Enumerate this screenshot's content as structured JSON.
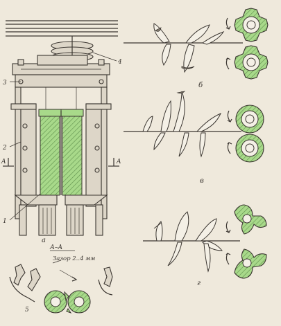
{
  "figure": {
    "labels": {
      "n1": "1",
      "n2": "2",
      "n3": "3",
      "n4": "4",
      "n5": "5",
      "sectionMarkA1": "A",
      "sectionMarkA2": "A",
      "mainView": "а",
      "panelB": "б",
      "panelV": "в",
      "panelG": "г",
      "sectionTitle": "А–А",
      "gap": "Зазор 2..4 мм"
    }
  }
}
